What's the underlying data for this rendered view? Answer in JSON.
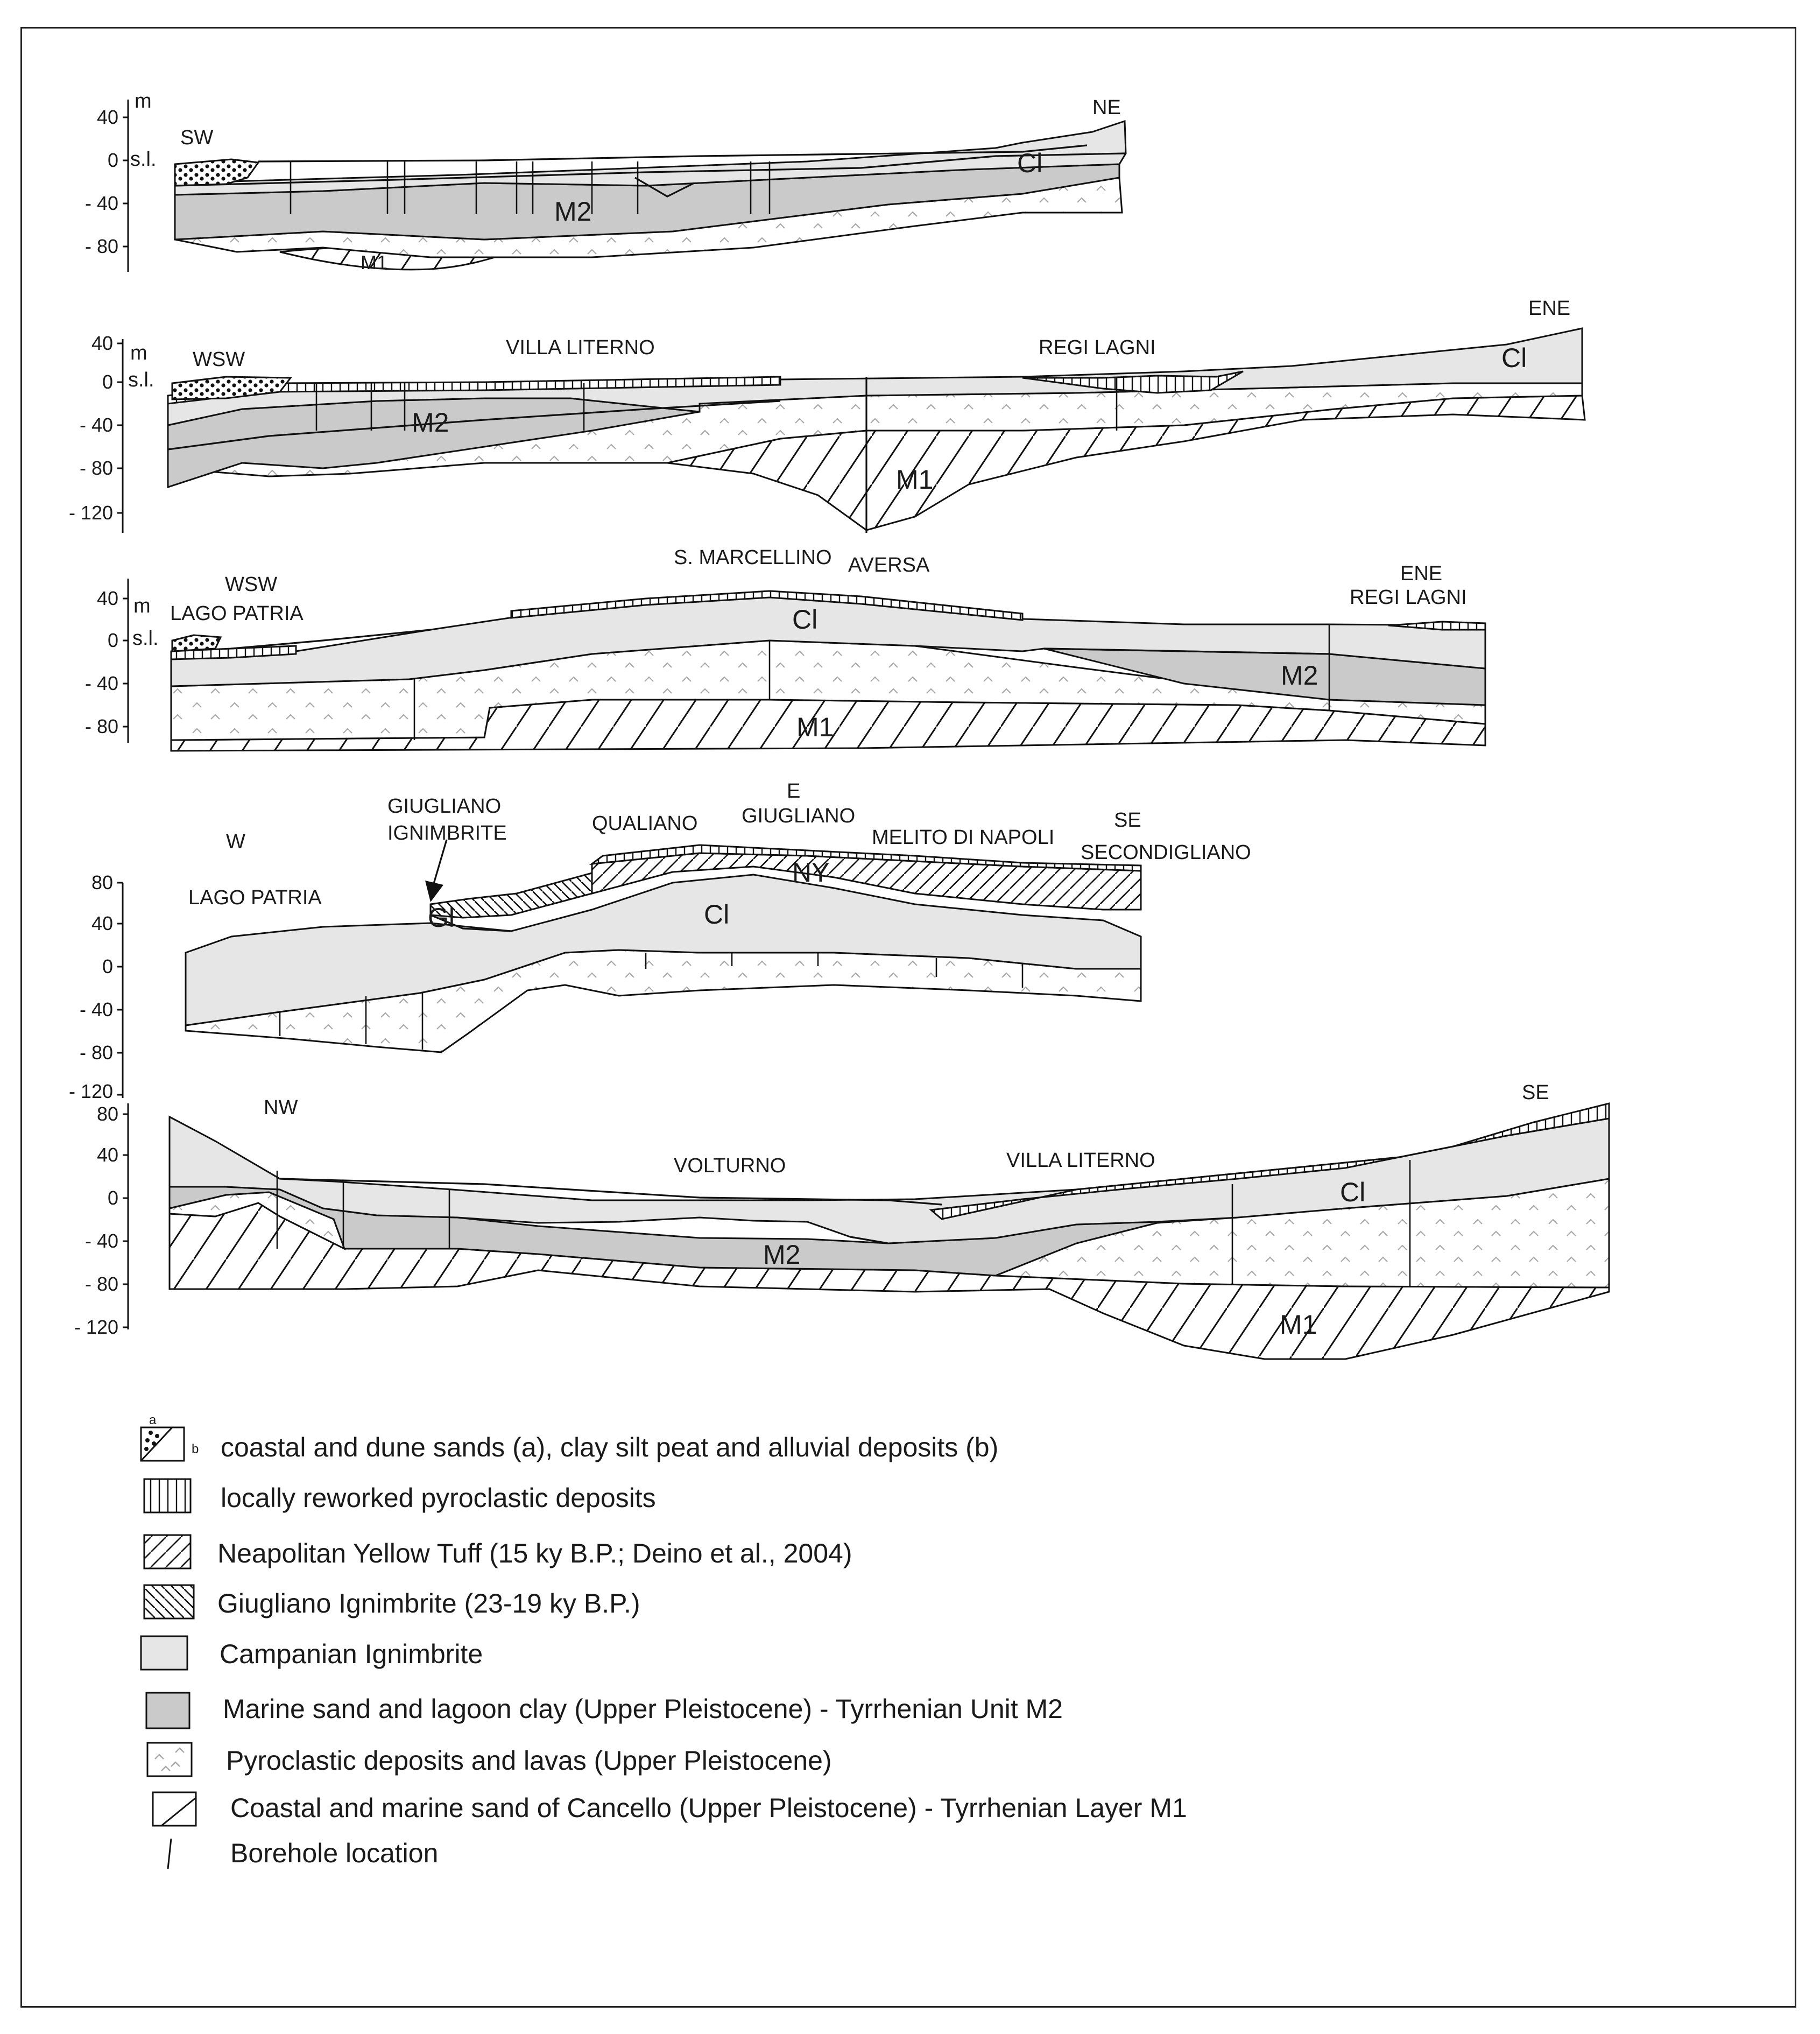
{
  "colors": {
    "campanian_ignimbrite": "#e6e6e6",
    "marine_m2": "#cacaca",
    "outline": "#111111",
    "pyroclastic_mark": "#b5b5b5",
    "background": "#ffffff"
  },
  "sections": [
    {
      "id": "s1",
      "ticks": [
        "40",
        "0",
        "- 40",
        "- 80"
      ],
      "axis_unit": "m",
      "sea_level": "s.l.",
      "labels": {
        "left": "SW",
        "right": "NE",
        "cl": "Cl",
        "m2": "M2",
        "m1": "M1"
      }
    },
    {
      "id": "s2",
      "ticks": [
        "40",
        "0",
        "- 40",
        "- 80",
        "- 120"
      ],
      "axis_unit": "m",
      "sea_level": "s.l.",
      "labels": {
        "left": "WSW",
        "right": "ENE",
        "place1": "VILLA LITERNO",
        "place2": "REGI LAGNI",
        "cl": "Cl",
        "m2": "M2",
        "m1": "M1"
      }
    },
    {
      "id": "s3",
      "ticks": [
        "40",
        "0",
        "- 40",
        "- 80"
      ],
      "axis_unit": "m",
      "sea_level": "s.l.",
      "labels": {
        "left": "WSW",
        "left2": "LAGO PATRIA",
        "place1": "S. MARCELLINO",
        "place2": "AVERSA",
        "right": "ENE",
        "right2": "REGI LAGNI",
        "cl": "Cl",
        "m2": "M2",
        "m1": "M1"
      }
    },
    {
      "id": "s4",
      "ticks": [
        "80",
        "40",
        "0",
        "- 40",
        "- 80",
        "- 120"
      ],
      "labels": {
        "left": "W",
        "left2": "LAGO PATRIA",
        "gi1": "GIUGLIANO",
        "gi2": "IGNIMBRITE",
        "place1": "QUALIANO",
        "place2a": "E",
        "place2b": "GIUGLIANO",
        "place3": "MELITO DI NAPOLI",
        "right": "SE",
        "right2": "SECONDIGLIANO",
        "gi_cl": "Gl",
        "cl": "Cl",
        "ny": "NY"
      }
    },
    {
      "id": "s5",
      "ticks": [
        "80",
        "40",
        "0",
        "- 40",
        "- 80",
        "- 120"
      ],
      "labels": {
        "left": "NW",
        "place1": "VOLTURNO",
        "place2": "VILLA LITERNO",
        "right": "SE",
        "cl": "Cl",
        "m2": "M2",
        "m1": "M1"
      }
    }
  ],
  "legend": {
    "sands_a": "a",
    "sands_b": "b",
    "items": [
      {
        "key": "sands",
        "text": "coastal and dune sands (a), clay silt peat and alluvial deposits (b)"
      },
      {
        "key": "reworked",
        "text": "locally reworked pyroclastic deposits"
      },
      {
        "key": "nyt",
        "text": "Neapolitan Yellow Tuff (15 ky B.P.; Deino et al., 2004)"
      },
      {
        "key": "gi",
        "text": "Giugliano Ignimbrite (23-19 ky B.P.)"
      },
      {
        "key": "ci",
        "text": "Campanian Ignimbrite"
      },
      {
        "key": "m2",
        "text": "Marine sand and lagoon clay (Upper Pleistocene) - Tyrrhenian Unit M2"
      },
      {
        "key": "pyro",
        "text": "Pyroclastic deposits and lavas (Upper Pleistocene)"
      },
      {
        "key": "m1",
        "text": "Coastal and marine sand of Cancello (Upper Pleistocene) - Tyrrhenian Layer M1"
      },
      {
        "key": "borehole",
        "text": "Borehole location"
      }
    ]
  }
}
